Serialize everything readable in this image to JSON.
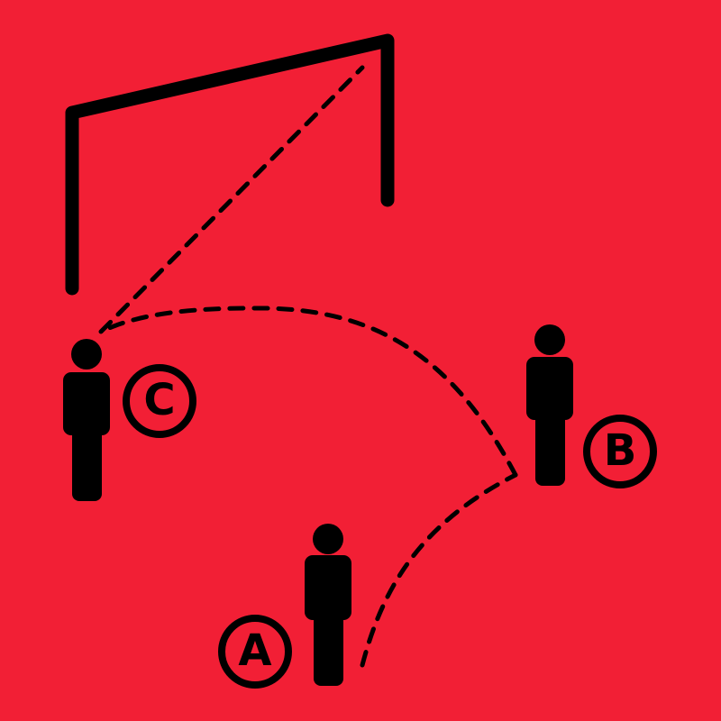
{
  "colors": {
    "background": "#f21f35",
    "ink": "#000000"
  },
  "goal": {
    "icon": "goal-frame-icon"
  },
  "players": [
    {
      "id": "A",
      "label": "A",
      "icon": "player-icon"
    },
    {
      "id": "B",
      "label": "B",
      "icon": "player-icon"
    },
    {
      "id": "C",
      "label": "C",
      "icon": "player-icon"
    }
  ],
  "passes": [
    {
      "from": "A",
      "to": "B",
      "style": "dashed"
    },
    {
      "from": "B",
      "to": "C",
      "style": "dashed"
    }
  ],
  "shot": {
    "from": "C",
    "to": "goal",
    "style": "dashed"
  }
}
